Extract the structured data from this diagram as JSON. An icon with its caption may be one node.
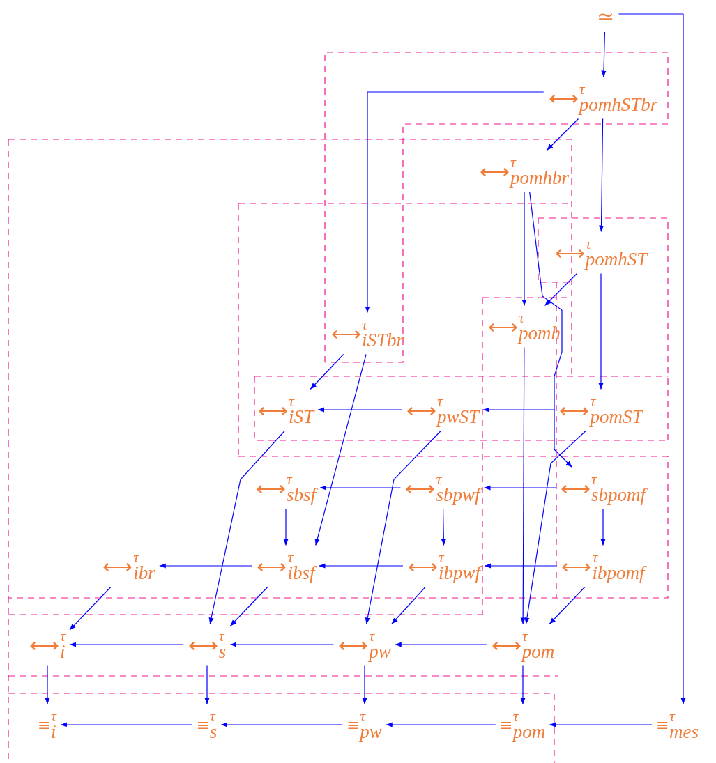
{
  "diagram": {
    "nodes": [
      {
        "text": [
          "≃"
        ]
      },
      {
        "text": [
          "⟷$^{τ}$$_{pomhSTbr}$"
        ]
      },
      {
        "text": [
          "⟷$^{τ}$$_{pomhbr}$"
        ]
      },
      {
        "text": [
          "⟷$^{τ}$$_{pomhST}$"
        ]
      },
      {
        "text": [
          "⟷$^{τ}$$_{iSTbr}$"
        ]
      },
      {
        "text": [
          "⟷$^{τ}$$_{pomh}$"
        ]
      },
      {
        "text": [
          "⟷$^{τ}$$_{iST}$"
        ]
      },
      {
        "text": [
          "⟷$^{τ}$$_{pwST}$"
        ]
      },
      {
        "text": [
          "⟷$^{τ}$$_{pomST}$"
        ]
      },
      {
        "text": [
          "⟷$^{τ}$$_{sbsf}$"
        ]
      },
      {
        "text": [
          "⟷$^{τ}$$_{sbpwf}$"
        ]
      },
      {
        "text": [
          "⟷$^{τ}$$_{sbpomf}$"
        ]
      },
      {
        "text": [
          "⟷$^{τ}$$_{ibr}$"
        ]
      },
      {
        "text": [
          "⟷$^{τ}$$_{ibsf}$"
        ]
      },
      {
        "text": [
          "⟷$^{τ}$$_{ibpwf}$"
        ]
      },
      {
        "text": [
          "⟷$^{τ}$$_{ibpomf}$"
        ]
      },
      {
        "text": [
          "⟷$^{τ}$$_{i}$"
        ]
      },
      {
        "text": [
          "⟷$^{τ}$$_{s}$"
        ]
      },
      {
        "text": [
          "⟷$^{τ}$$_{pw}$"
        ]
      },
      {
        "text": [
          "⟷$^{τ}$$_{pom}$"
        ]
      },
      {
        "text": [
          "≡$^{τ}$$_{i}$"
        ]
      },
      {
        "text": [
          "≡$^{τ}$$_{s}$"
        ]
      },
      {
        "text": [
          "≡$^{τ}$$_{pw}$"
        ]
      },
      {
        "text": [
          "≡$^{τ}$$_{pom}$"
        ]
      },
      {
        "text": [
          "≡$^{τ}$$_{mes}$"
        ]
      }
    ],
    "edges": [
      {
        "from": 0,
        "to": 1,
        "arrow": "to"
      },
      {
        "from": 0,
        "to": 24,
        "arrow": "to"
      },
      {
        "from": 1,
        "to": 2,
        "arrow": "to"
      },
      {
        "from": 1,
        "to": 3,
        "arrow": "to"
      },
      {
        "from": 1,
        "to": 4,
        "arrow": "to"
      },
      {
        "from": 2,
        "to": 5,
        "arrow": "to"
      },
      {
        "from": 2,
        "to": 11,
        "arrow": "to"
      },
      {
        "from": 3,
        "to": 5,
        "arrow": "to"
      },
      {
        "from": 3,
        "to": 8,
        "arrow": "to"
      },
      {
        "from": 4,
        "to": 6,
        "arrow": "to"
      },
      {
        "from": 4,
        "to": 13,
        "arrow": "to"
      },
      {
        "from": 5,
        "to": 19,
        "arrow": "to"
      },
      {
        "from": 8,
        "to": 7,
        "arrow": "to"
      },
      {
        "from": 7,
        "to": 6,
        "arrow": "to"
      },
      {
        "from": 6,
        "to": 17,
        "arrow": "to"
      },
      {
        "from": 7,
        "to": 18,
        "arrow": "to"
      },
      {
        "from": 8,
        "to": 19,
        "arrow": "to"
      },
      {
        "from": 11,
        "to": 10,
        "arrow": "to"
      },
      {
        "from": 10,
        "to": 9,
        "arrow": "to"
      },
      {
        "from": 9,
        "to": 13,
        "arrow": "to"
      },
      {
        "from": 10,
        "to": 14,
        "arrow": "to"
      },
      {
        "from": 11,
        "to": 15,
        "arrow": "to"
      },
      {
        "from": 15,
        "to": 14,
        "arrow": "to"
      },
      {
        "from": 14,
        "to": 13,
        "arrow": "to"
      },
      {
        "from": 13,
        "to": 12,
        "arrow": "to"
      },
      {
        "from": 12,
        "to": 16,
        "arrow": "to"
      },
      {
        "from": 13,
        "to": 17,
        "arrow": "to"
      },
      {
        "from": 14,
        "to": 18,
        "arrow": "to"
      },
      {
        "from": 15,
        "to": 19,
        "arrow": "to"
      },
      {
        "from": 19,
        "to": 18,
        "arrow": "to"
      },
      {
        "from": 18,
        "to": 17,
        "arrow": "to"
      },
      {
        "from": 17,
        "to": 16,
        "arrow": "to"
      },
      {
        "from": 16,
        "to": 20,
        "arrow": "to"
      },
      {
        "from": 17,
        "to": 21,
        "arrow": "to"
      },
      {
        "from": 18,
        "to": 22,
        "arrow": "to"
      },
      {
        "from": 19,
        "to": 23,
        "arrow": "to"
      },
      {
        "from": 24,
        "to": 23,
        "arrow": "to"
      },
      {
        "from": 23,
        "to": 22,
        "arrow": "to"
      },
      {
        "from": 22,
        "to": 21,
        "arrow": "to"
      },
      {
        "from": 21,
        "to": 20,
        "arrow": "to"
      }
    ]
  }
}
